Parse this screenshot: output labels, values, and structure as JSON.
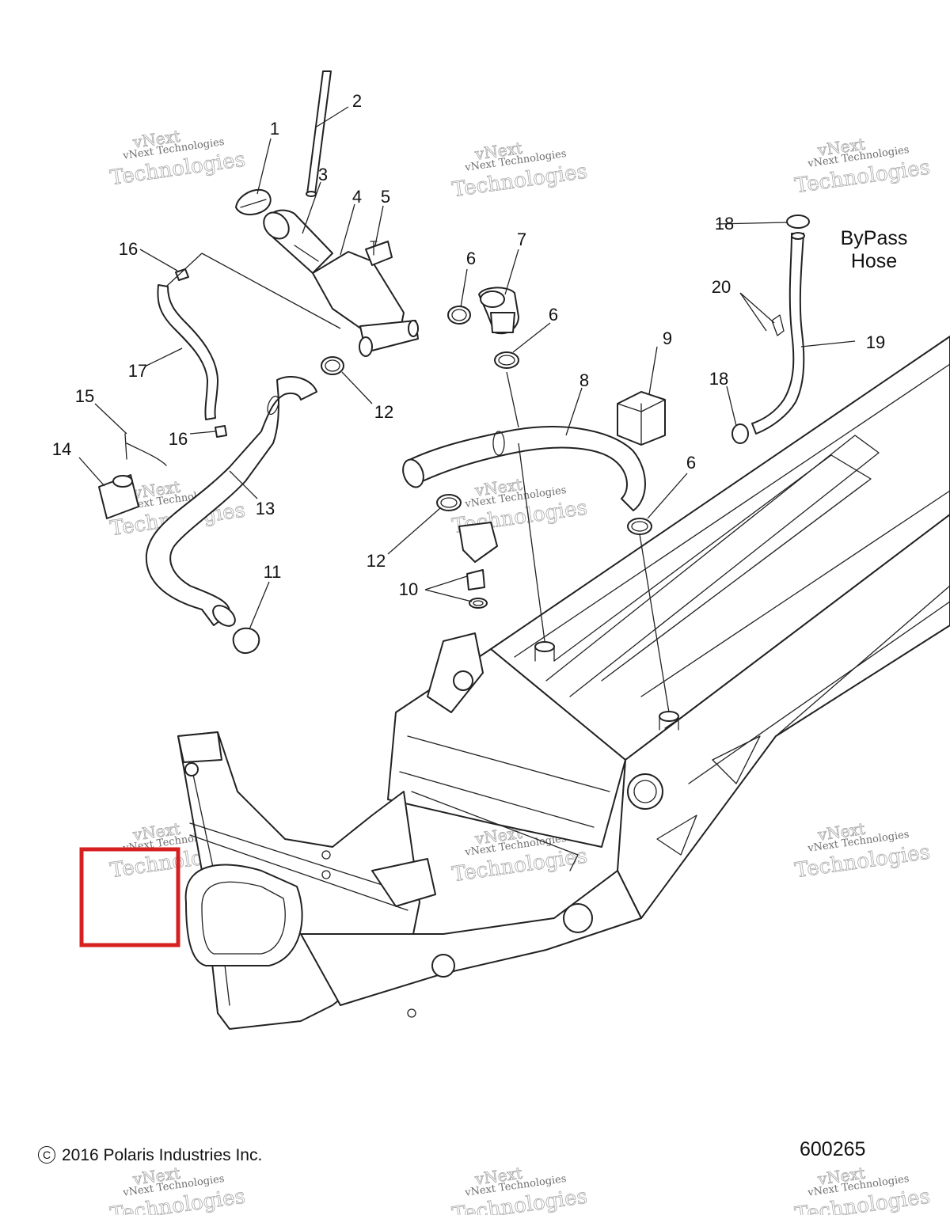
{
  "callouts": [
    "1",
    "2",
    "3",
    "4",
    "5",
    "6",
    "6",
    "6",
    "7",
    "8",
    "9",
    "10",
    "11",
    "12",
    "12",
    "13",
    "14",
    "15",
    "16",
    "16",
    "17",
    "18",
    "18",
    "19",
    "20"
  ],
  "bypass_label": {
    "line1": "ByPass",
    "line2": "Hose"
  },
  "watermark": {
    "small": "vNext Technologies",
    "large1": "vNext",
    "large2": "Technologies"
  },
  "footer": {
    "copyright_symbol": "C",
    "copyright_text": "2016 Polaris Industries Inc.",
    "figure_number": "600265"
  },
  "colors": {
    "highlight_box": "#d62020",
    "line": "#222222"
  }
}
